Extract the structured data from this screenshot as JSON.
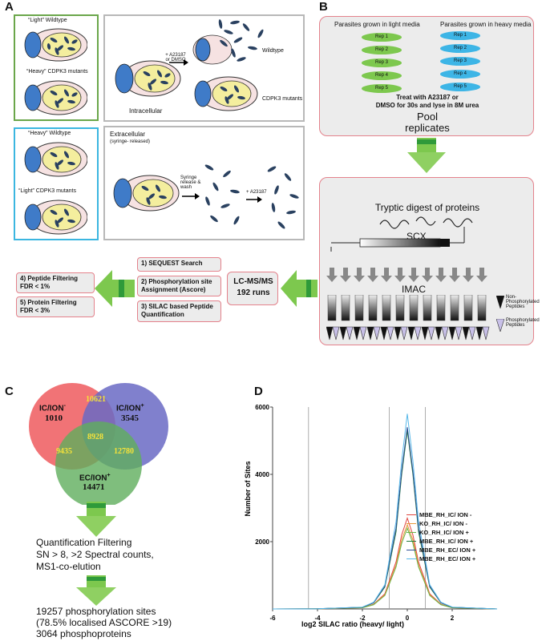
{
  "panels": {
    "a": "A",
    "b": "B",
    "c": "C",
    "d": "D"
  },
  "panelA": {
    "box1_top_label": "“Light” Wildtype",
    "box1_bottom_label": "“Heavy” CDPK3 mutants",
    "box2_top_label": "“Heavy” Wildtype",
    "box2_bottom_label": "“Light” CDPK3 mutants",
    "intracellular": "Intracellular",
    "treatment": "+ A23187 or DMSO",
    "wildtype": "Wildtype",
    "cdpk3_mutants": "CDPK3 mutants",
    "extracellular": "Extracellular",
    "syringe_released": "(syringe- released)",
    "syringe_wash": "Syringe release & wash",
    "a23187": "+ A23187"
  },
  "panelB": {
    "light_title": "Parasites grown in light media",
    "heavy_title": "Parasites grown in heavy media",
    "reps": [
      "Rep 1",
      "Rep 2",
      "Rep 3",
      "Rep 4",
      "Rep 5"
    ],
    "treat_line1": "Treat with A23187 or",
    "treat_line2": "DMSO for 30s and lyse in 8M urea",
    "pool": "Pool",
    "replicates": "replicates",
    "tryptic": "Tryptic digest of proteins",
    "scx": "SCX",
    "imac": "IMAC",
    "non_phospho": "Non-Phosphorylated Peptides",
    "phospho": "Phosphorylated Peptides"
  },
  "pipeline": {
    "lcms": "LC-MS/MS",
    "runs": "192 runs",
    "step1": "1) SEQUEST Search",
    "step2": "2) Phosphorylation site Assignment (Ascore)",
    "step3": "3) SILAC based Peptide Quantification",
    "filter1a": "4) Peptide Filtering",
    "filter1b": "FDR < 1%",
    "filter2a": "5) Protein Filtering",
    "filter2b": "FDR < 3%"
  },
  "venn": {
    "ic_ion_minus_label": "IC/ION",
    "ic_ion_minus_sup": "-",
    "ic_ion_minus_value": "1010",
    "ic_ion_plus_label": "IC/ION",
    "ic_ion_plus_sup": "+",
    "ic_ion_plus_value": "3545",
    "ec_ion_plus_label": "EC/ION",
    "ec_ion_plus_sup": "+",
    "ec_ion_plus_value": "14471",
    "overlap_top": "10621",
    "overlap_left": "9435",
    "overlap_right": "12780",
    "overlap_center": "8928",
    "colors": {
      "red": "#ee5a5e",
      "blue": "#6a6ac4",
      "green": "#5fae5c",
      "yellow": "#f5e23a"
    }
  },
  "filtering": {
    "line1": "Quantification Filtering",
    "line2": "SN > 8, >2 Spectral counts,",
    "line3": "MS1-co-elution",
    "result1": "19257 phosphorylation sites",
    "result2": "(78.5% localised ASCORE >19)",
    "result3": "3064 phosphoproteins"
  },
  "chart_data": {
    "type": "line",
    "title": "",
    "xlabel": "log2 SILAC ratio (heavy/ light)",
    "ylabel": "Number of Sites",
    "xlim": [
      -6,
      4
    ],
    "ylim": [
      0,
      6000
    ],
    "xticks": [
      "-6",
      "-4",
      "-2",
      "0",
      "2"
    ],
    "yticks": [
      "2000",
      "4000",
      "6000"
    ],
    "vlines": [
      -4.4,
      -0.8,
      0.8
    ],
    "x": [
      -6,
      -4,
      -2,
      -1.5,
      -1,
      -0.5,
      -0.25,
      0,
      0.25,
      0.5,
      1,
      1.5,
      2,
      4
    ],
    "series": [
      {
        "name": "MBE_RH_IC/ ION -",
        "sup": "-",
        "color": "#e0453f",
        "values": [
          0,
          5,
          40,
          140,
          450,
          1400,
          2200,
          2700,
          2200,
          1400,
          450,
          140,
          40,
          0
        ]
      },
      {
        "name": "KO_RH_IC/ ION -",
        "sup": "-",
        "color": "#e89a3a",
        "values": [
          0,
          5,
          35,
          130,
          420,
          1300,
          2050,
          2500,
          2050,
          1300,
          420,
          130,
          35,
          0
        ]
      },
      {
        "name": "KO_RH_IC/ ION +",
        "sup": "+",
        "color": "#6bb54a",
        "values": [
          0,
          5,
          35,
          125,
          400,
          1250,
          1950,
          2400,
          1950,
          1250,
          400,
          125,
          35,
          0
        ]
      },
      {
        "name": "MBE_RH_IC/ ION +",
        "sup": "+",
        "color": "#1f7a3a",
        "values": [
          0,
          5,
          50,
          180,
          650,
          2300,
          4000,
          5300,
          4000,
          2300,
          650,
          180,
          50,
          0
        ]
      },
      {
        "name": "MBE_RH_EC/ ION +",
        "sup": "+",
        "color": "#2f4f95",
        "values": [
          0,
          5,
          50,
          185,
          680,
          2400,
          4100,
          5400,
          4100,
          2400,
          680,
          185,
          50,
          0
        ]
      },
      {
        "name": "MBE_RH_EC/ ION +",
        "sup": "+",
        "color": "#58b8e8",
        "values": [
          0,
          5,
          55,
          200,
          720,
          2600,
          4400,
          5800,
          4400,
          2600,
          720,
          200,
          55,
          0
        ]
      }
    ]
  }
}
